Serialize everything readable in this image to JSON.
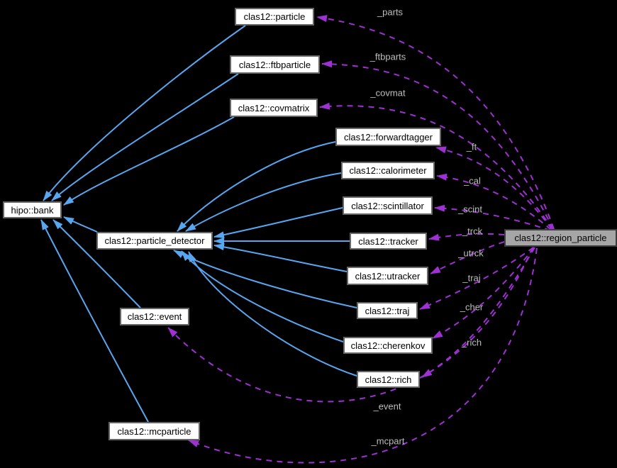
{
  "diagram": {
    "title": "clas12::region_particle collaboration graph",
    "colors": {
      "background": "#000000",
      "inheritance_edge": "#58a6f0",
      "usage_edge": "#9e30d4",
      "node_bg": "#ffffff",
      "node_border": "#666666",
      "node_text": "#000000",
      "highlight_node_bg": "#a6a6a6",
      "highlight_node_border": "#3c3c3c",
      "edge_label": "#bdbdbd"
    },
    "nodes": [
      {
        "id": "hipo-bank",
        "label": "hipo::bank",
        "highlighted": false
      },
      {
        "id": "clas12-particle",
        "label": "clas12::particle",
        "highlighted": false
      },
      {
        "id": "clas12-ftbparticle",
        "label": "clas12::ftbparticle",
        "highlighted": false
      },
      {
        "id": "clas12-covmatrix",
        "label": "clas12::covmatrix",
        "highlighted": false
      },
      {
        "id": "clas12-forwardtagger",
        "label": "clas12::forwardtagger",
        "highlighted": false
      },
      {
        "id": "clas12-calorimeter",
        "label": "clas12::calorimeter",
        "highlighted": false
      },
      {
        "id": "clas12-scintillator",
        "label": "clas12::scintillator",
        "highlighted": false
      },
      {
        "id": "clas12-tracker",
        "label": "clas12::tracker",
        "highlighted": false
      },
      {
        "id": "clas12-utracker",
        "label": "clas12::utracker",
        "highlighted": false
      },
      {
        "id": "clas12-traj",
        "label": "clas12::traj",
        "highlighted": false
      },
      {
        "id": "clas12-cherenkov",
        "label": "clas12::cherenkov",
        "highlighted": false
      },
      {
        "id": "clas12-rich",
        "label": "clas12::rich",
        "highlighted": false
      },
      {
        "id": "clas12-particle_detector",
        "label": "clas12::particle_detector",
        "highlighted": false
      },
      {
        "id": "clas12-event",
        "label": "clas12::event",
        "highlighted": false
      },
      {
        "id": "clas12-mcparticle",
        "label": "clas12::mcparticle",
        "highlighted": false
      },
      {
        "id": "clas12-region_particle",
        "label": "clas12::region_particle",
        "highlighted": true
      }
    ],
    "edges": [
      {
        "from": "clas12::particle",
        "to": "hipo::bank",
        "type": "inheritance",
        "label": ""
      },
      {
        "from": "clas12::ftbparticle",
        "to": "hipo::bank",
        "type": "inheritance",
        "label": ""
      },
      {
        "from": "clas12::covmatrix",
        "to": "hipo::bank",
        "type": "inheritance",
        "label": ""
      },
      {
        "from": "clas12::particle_detector",
        "to": "hipo::bank",
        "type": "inheritance",
        "label": ""
      },
      {
        "from": "clas12::event",
        "to": "hipo::bank",
        "type": "inheritance",
        "label": ""
      },
      {
        "from": "clas12::mcparticle",
        "to": "hipo::bank",
        "type": "inheritance",
        "label": ""
      },
      {
        "from": "clas12::forwardtagger",
        "to": "clas12::particle_detector",
        "type": "inheritance",
        "label": ""
      },
      {
        "from": "clas12::calorimeter",
        "to": "clas12::particle_detector",
        "type": "inheritance",
        "label": ""
      },
      {
        "from": "clas12::scintillator",
        "to": "clas12::particle_detector",
        "type": "inheritance",
        "label": ""
      },
      {
        "from": "clas12::tracker",
        "to": "clas12::particle_detector",
        "type": "inheritance",
        "label": ""
      },
      {
        "from": "clas12::utracker",
        "to": "clas12::particle_detector",
        "type": "inheritance",
        "label": ""
      },
      {
        "from": "clas12::traj",
        "to": "clas12::particle_detector",
        "type": "inheritance",
        "label": ""
      },
      {
        "from": "clas12::cherenkov",
        "to": "clas12::particle_detector",
        "type": "inheritance",
        "label": ""
      },
      {
        "from": "clas12::rich",
        "to": "clas12::particle_detector",
        "type": "inheritance",
        "label": ""
      },
      {
        "from": "clas12::region_particle",
        "to": "clas12::particle",
        "type": "usage",
        "label": "_parts"
      },
      {
        "from": "clas12::region_particle",
        "to": "clas12::ftbparticle",
        "type": "usage",
        "label": "_ftbparts"
      },
      {
        "from": "clas12::region_particle",
        "to": "clas12::covmatrix",
        "type": "usage",
        "label": "_covmat"
      },
      {
        "from": "clas12::region_particle",
        "to": "clas12::forwardtagger",
        "type": "usage",
        "label": "_ft"
      },
      {
        "from": "clas12::region_particle",
        "to": "clas12::calorimeter",
        "type": "usage",
        "label": "_cal"
      },
      {
        "from": "clas12::region_particle",
        "to": "clas12::scintillator",
        "type": "usage",
        "label": "_scint"
      },
      {
        "from": "clas12::region_particle",
        "to": "clas12::tracker",
        "type": "usage",
        "label": "_trck"
      },
      {
        "from": "clas12::region_particle",
        "to": "clas12::utracker",
        "type": "usage",
        "label": "_utrck"
      },
      {
        "from": "clas12::region_particle",
        "to": "clas12::traj",
        "type": "usage",
        "label": "_traj"
      },
      {
        "from": "clas12::region_particle",
        "to": "clas12::cherenkov",
        "type": "usage",
        "label": "_cher"
      },
      {
        "from": "clas12::region_particle",
        "to": "clas12::rich",
        "type": "usage",
        "label": "_rich"
      },
      {
        "from": "clas12::region_particle",
        "to": "clas12::event",
        "type": "usage",
        "label": "_event"
      },
      {
        "from": "clas12::region_particle",
        "to": "clas12::mcparticle",
        "type": "usage",
        "label": "_mcpart"
      }
    ]
  }
}
